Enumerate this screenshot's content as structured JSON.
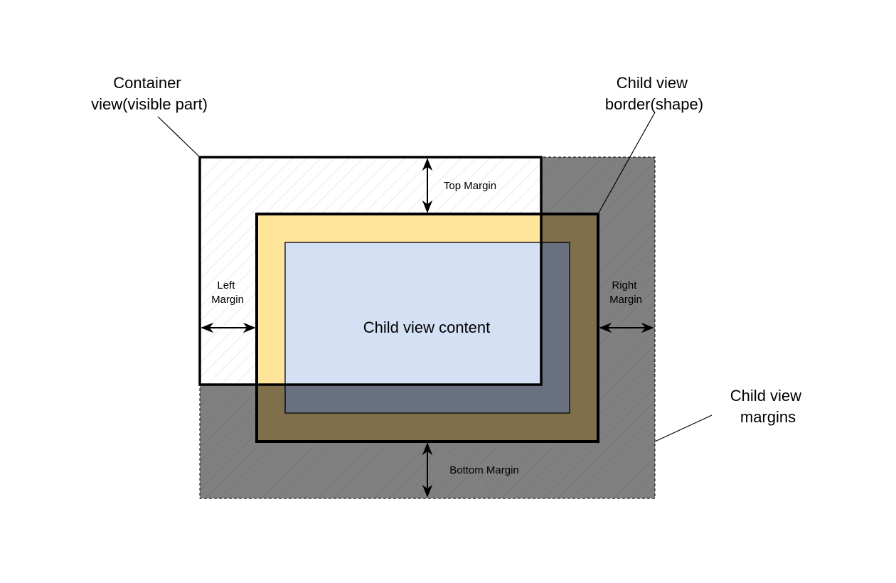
{
  "labels": {
    "container_view": [
      "Container",
      "view(visible part)"
    ],
    "child_view_border": [
      "Child view",
      "border(shape)"
    ],
    "child_view_margins": [
      "Child view",
      "margins"
    ],
    "child_view_content": "Child view content",
    "top_margin": "Top Margin",
    "bottom_margin": "Bottom Margin",
    "left_margin": [
      "Left",
      "Margin"
    ],
    "right_margin": [
      "Right",
      "Margin"
    ]
  },
  "colors": {
    "margins_fill": "#808080",
    "container_fill": "#ffffff",
    "border_fill_visible": "#ffe599",
    "border_fill_hidden": "#7f704b",
    "content_fill_visible": "#d4e1f5",
    "content_fill_hidden": "#697080",
    "stroke": "#000000",
    "hatch_light": "#dddddd",
    "hatch_dark": "#6f6f6f"
  }
}
